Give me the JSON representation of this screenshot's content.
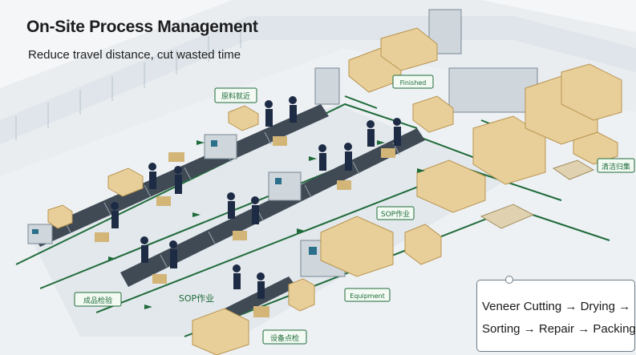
{
  "header": {
    "title": "On-Site Process Management",
    "subtitle": "Reduce travel distance, cut wasted time"
  },
  "flow": {
    "line1": "Veneer Cutting → Drying →",
    "line2": "Sorting → Repair → Packing"
  },
  "signs": {
    "raw_material": "原料就近",
    "finished": "Finished",
    "sop_upper": "SOP作业",
    "sop_lower": "SOP作业",
    "left_bottom": "成品检验",
    "middle": "Equipment",
    "right": "清洁归集",
    "bottom": "设备点检"
  },
  "colors": {
    "floor": "#e6eaee",
    "wall": "#d9dee3",
    "lane": "#1f6b3a",
    "conveyor": "#3f4a55",
    "wood": "#e8cf9a",
    "worker": "#1e2b45"
  }
}
